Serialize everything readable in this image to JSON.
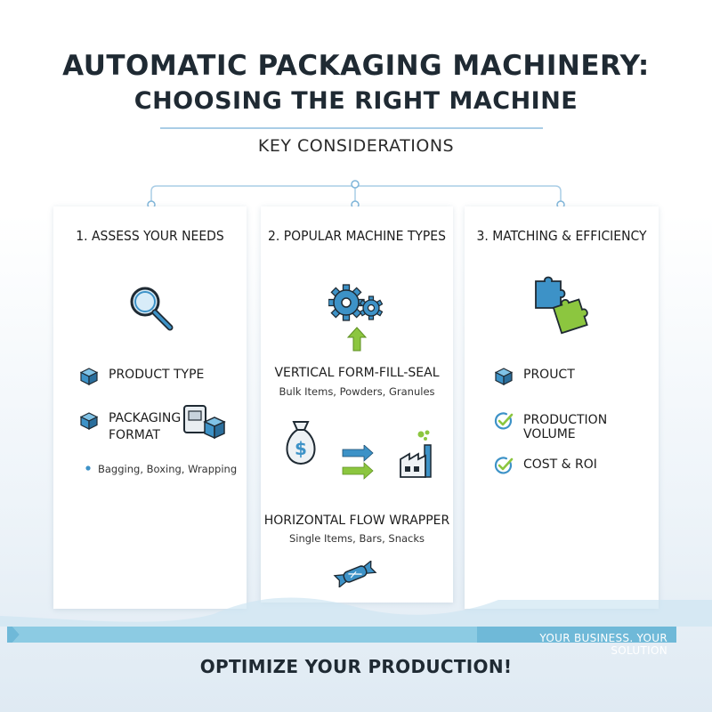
{
  "header": {
    "title_line1": "AUTOMATIC PACKAGING MACHINERY:",
    "title_line2": "CHOOSING THE RIGHT MACHINE",
    "subtitle": "KEY CONSIDERATIONS"
  },
  "colors": {
    "blue": "#3d92c7",
    "green": "#8cc63f",
    "navy": "#1f2a33",
    "banner": "#8ccbe3"
  },
  "cards": [
    {
      "title": "1. ASSESS YOUR NEEDS",
      "icon": "magnifier-icon",
      "items": [
        {
          "label": "PRODUCT TYPE",
          "icon": "cube-icon"
        },
        {
          "label_line1": "PACKAGING",
          "label_line2": "FORMAT",
          "icon": "cube-icon"
        }
      ],
      "bullet": "Bagging, Boxing, Wrapping"
    },
    {
      "title": "2. POPULAR MACHINE TYPES",
      "icons": [
        "gears-icon",
        "up-arrow-icon",
        "money-bag-icon",
        "right-arrows-icon",
        "factory-icon",
        "wrapped-candy-icon"
      ],
      "machines": [
        {
          "name": "VERTICAL FORM-FILL-SEAL",
          "desc": "Bulk Items, Powders, Granules"
        },
        {
          "name": "HORIZONTAL FLOW WRAPPER",
          "desc": "Single Items, Bars, Snacks"
        }
      ]
    },
    {
      "title": "3. MATCHING & EFFICIENCY",
      "icon": "puzzle-icon",
      "items": [
        {
          "label": "PROUCT",
          "icon": "cube-icon"
        },
        {
          "label": "PRODUCTION VOLUME",
          "icon": "check-circle-icon"
        },
        {
          "label": "COST & ROI",
          "icon": "check-circle-icon"
        }
      ]
    }
  ],
  "banner": {
    "tagline": "YOUR BUSINESS. YOUR SOLUTION"
  },
  "footer": "OPTIMIZE YOUR PRODUCTION!"
}
